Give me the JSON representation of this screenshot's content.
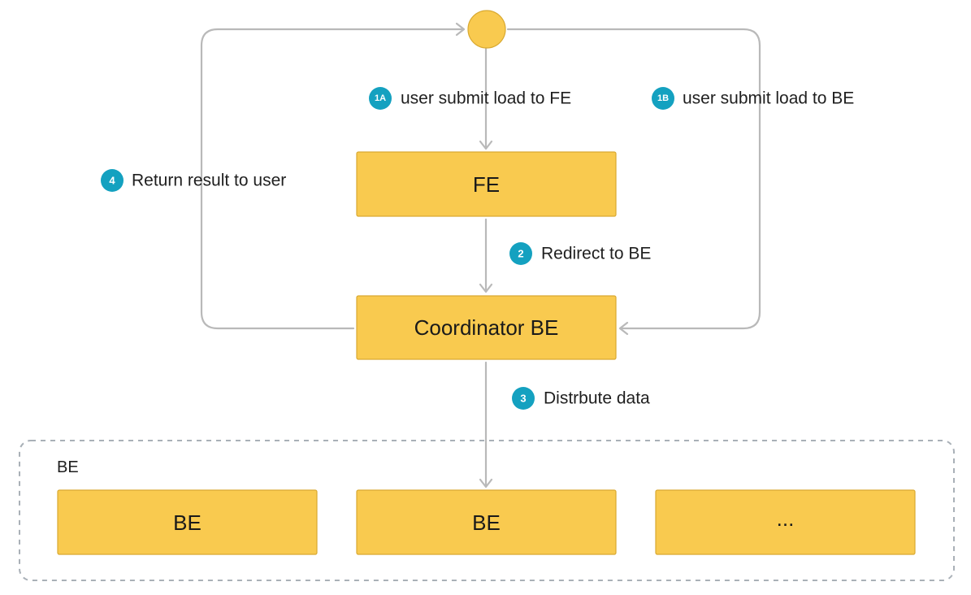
{
  "nodes": {
    "user": "",
    "fe": "FE",
    "coordinator": "Coordinator BE",
    "be_group_label": "BE",
    "be_1": "BE",
    "be_2": "BE",
    "be_more": "..."
  },
  "steps": {
    "step_1a": {
      "badge": "1A",
      "label": "user submit load to FE"
    },
    "step_1b": {
      "badge": "1B",
      "label": "user submit load to BE"
    },
    "step_2": {
      "badge": "2",
      "label": "Redirect to BE"
    },
    "step_3": {
      "badge": "3",
      "label": "Distrbute data"
    },
    "step_4": {
      "badge": "4",
      "label": "Return result to user"
    }
  },
  "colors": {
    "node_fill": "#f9ca4f",
    "badge": "#14a1c0",
    "connector": "#b9b9b9",
    "group_border": "#a9b0b7"
  }
}
